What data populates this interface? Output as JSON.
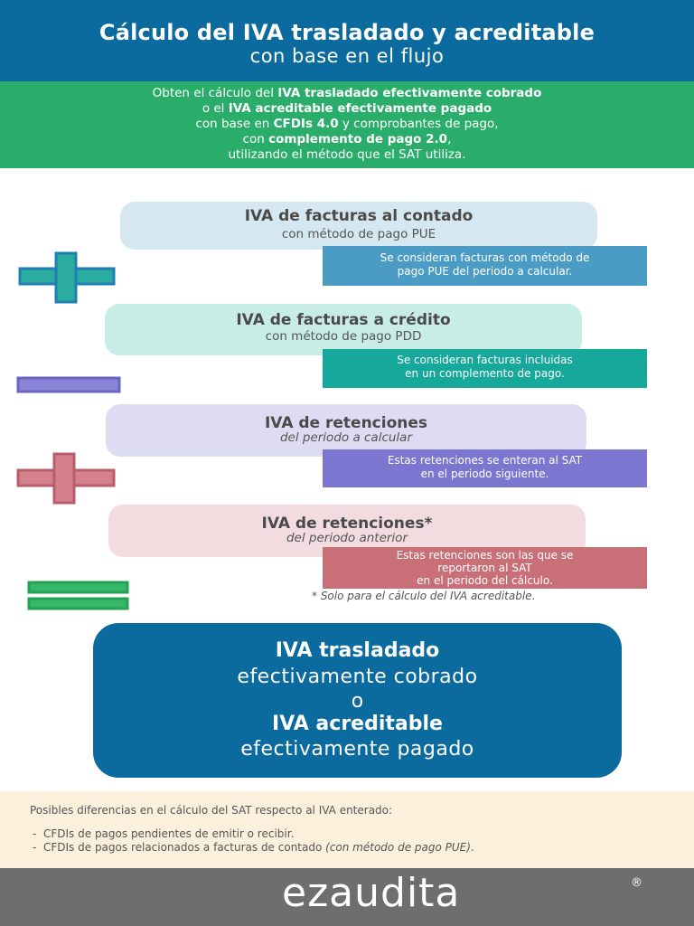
{
  "header": {
    "title_line1": "Cálculo del IVA trasladado y acreditable",
    "title_line2": "con base en el flujo",
    "bg_color": "#0b6a9e"
  },
  "intro": {
    "line1_pre": "Obten el cálculo del ",
    "line1_bold": "IVA trasladado efectivamente cobrado",
    "line2_pre": "o el ",
    "line2_bold": "IVA acreditable efectivamente pagado",
    "line3_pre": "con base en ",
    "line3_bold": "CFDIs 4.0",
    "line3_post": " y comprobantes de pago,",
    "line4_pre": "con ",
    "line4_bold": "complemento de pago 2.0",
    "line4_post": ",",
    "line5": "utilizando el método que el SAT utiliza.",
    "bg_color": "#2aad6b"
  },
  "steps": [
    {
      "title": "IVA de facturas al contado",
      "subtitle": "con método de pago PUE",
      "note_line1": "Se consideran facturas con método de",
      "note_line2": "pago PUE del periodo a calcular.",
      "pill_color": "#d5e8f1",
      "note_color": "#4a9cc5",
      "operator": "plus-icon",
      "operator_color": "#2aad9e"
    },
    {
      "title": "IVA de facturas a crédito",
      "subtitle": "con método de pago PDD",
      "note_line1": "Se consideran facturas incluidas",
      "note_line2": "en un complemento de pago.",
      "pill_color": "#c8ede6",
      "note_color": "#16a89a",
      "operator": "minus-icon",
      "operator_color": "#8a84d6"
    },
    {
      "title": "IVA de retenciones",
      "subtitle": "del periodo a calcular",
      "note_line1": "Estas retenciones se enteran al SAT",
      "note_line2": "en el periodo siguiente.",
      "pill_color": "#dddcf3",
      "note_color": "#7b76cf",
      "operator": "plus-icon",
      "operator_color": "#d4818c"
    },
    {
      "title": "IVA de retenciones*",
      "subtitle": "del periodo anterior",
      "note_line1": "Estas retenciones son las que se",
      "note_line2": "reportaron al SAT",
      "note_line3": "en el periodo del cálculo.",
      "pill_color": "#f3dcdf",
      "note_color": "#c96f78",
      "operator": "equals-icon",
      "operator_color": "#37b868"
    }
  ],
  "asterisk_note": "*   Solo para el cálculo del IVA acreditable.",
  "result": {
    "line1": "IVA trasladado",
    "line2": "efectivamente cobrado",
    "line3": "o",
    "line4": "IVA acreditable",
    "line5": "efectivamente pagado"
  },
  "notes": {
    "intro": "Posibles diferencias en el cálculo del SAT respecto al IVA enterado:",
    "item1": "CFDIs de pagos pendientes de emitir o recibir.",
    "item2_pre": "CFDIs de pagos relacionados a facturas de contado ",
    "item2_italic": "(con método de pago PUE)",
    "item2_post": "."
  },
  "footer": {
    "brand": "ezaudita",
    "registered": "®"
  }
}
